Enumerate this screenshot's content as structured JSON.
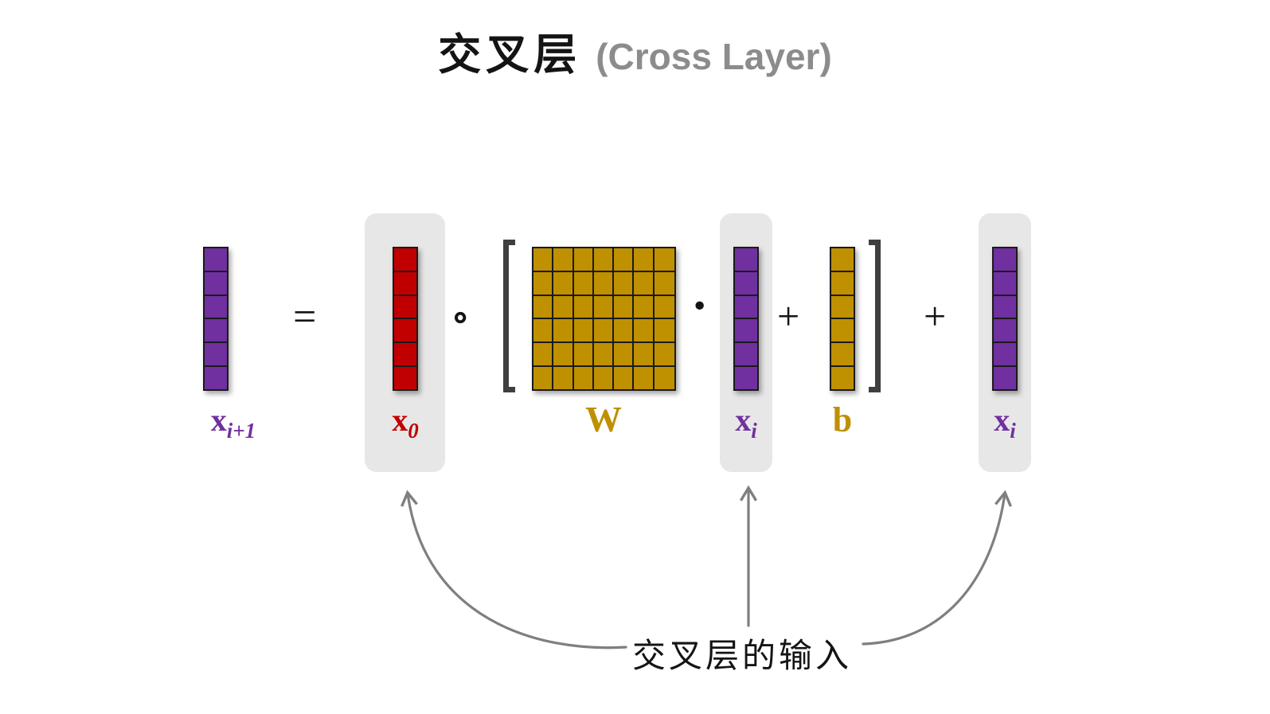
{
  "title": {
    "zh": "交叉层",
    "en": "(Cross Layer)"
  },
  "colors": {
    "purple": "#7030A0",
    "red": "#C00000",
    "gold": "#BF9000",
    "highlight": "#E8E7E7",
    "arrow": "#7F7F7F",
    "cell_border": "#1A1A1A",
    "bracket": "#3F3F3F",
    "title_en": "#8C8C8C"
  },
  "equation": {
    "result_label": {
      "base": "x",
      "sub": "i+1"
    },
    "equals": "=",
    "x0_label": {
      "base": "x",
      "sub": "0"
    },
    "hadamard": "∘",
    "matrix_label": "W",
    "dot": "·",
    "xi_label": {
      "base": "x",
      "sub": "i"
    },
    "plus_inner": "+",
    "bias_label": "b",
    "plus_outer": "+",
    "xi2_label": {
      "base": "x",
      "sub": "i"
    }
  },
  "annotation": "交叉层的输入",
  "structure": {
    "vector_cells": 6,
    "matrix_rows": 6,
    "matrix_cols": 7
  }
}
